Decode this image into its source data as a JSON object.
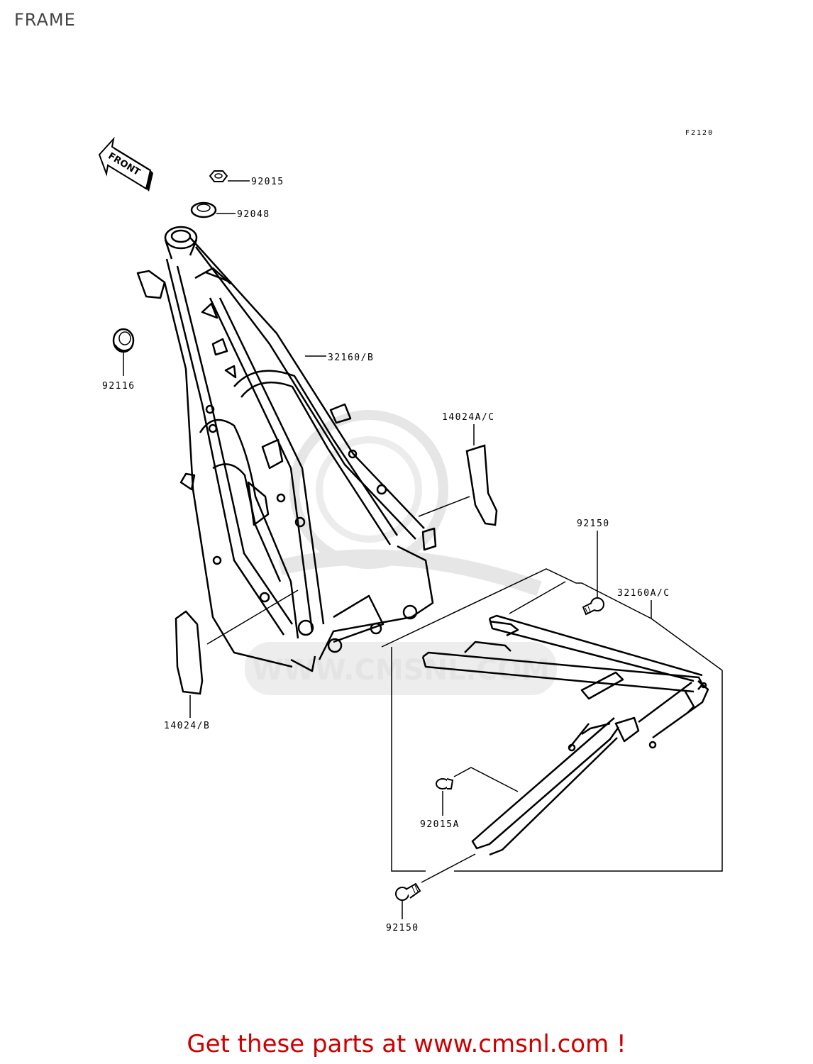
{
  "title": "FRAME",
  "figure_code": "F2120",
  "front_arrow_text": "FRONT",
  "watermark_text": "WWW.CMSNL.COM",
  "parts": [
    {
      "id": "p1",
      "number": "92015"
    },
    {
      "id": "p2",
      "number": "92048"
    },
    {
      "id": "p3",
      "number": "92116"
    },
    {
      "id": "p4",
      "number": "32160/B"
    },
    {
      "id": "p5",
      "number": "14024A/C"
    },
    {
      "id": "p6",
      "number": "92150"
    },
    {
      "id": "p7",
      "number": "32160A/C"
    },
    {
      "id": "p8",
      "number": "14024/B"
    },
    {
      "id": "p9",
      "number": "92015A"
    },
    {
      "id": "p10",
      "number": "92150"
    }
  ],
  "footer_text": "Get these parts at www.cmsnl.com !",
  "colors": {
    "footer": "#cc0000",
    "line": "#000000",
    "watermark": "#e4e4e4"
  }
}
